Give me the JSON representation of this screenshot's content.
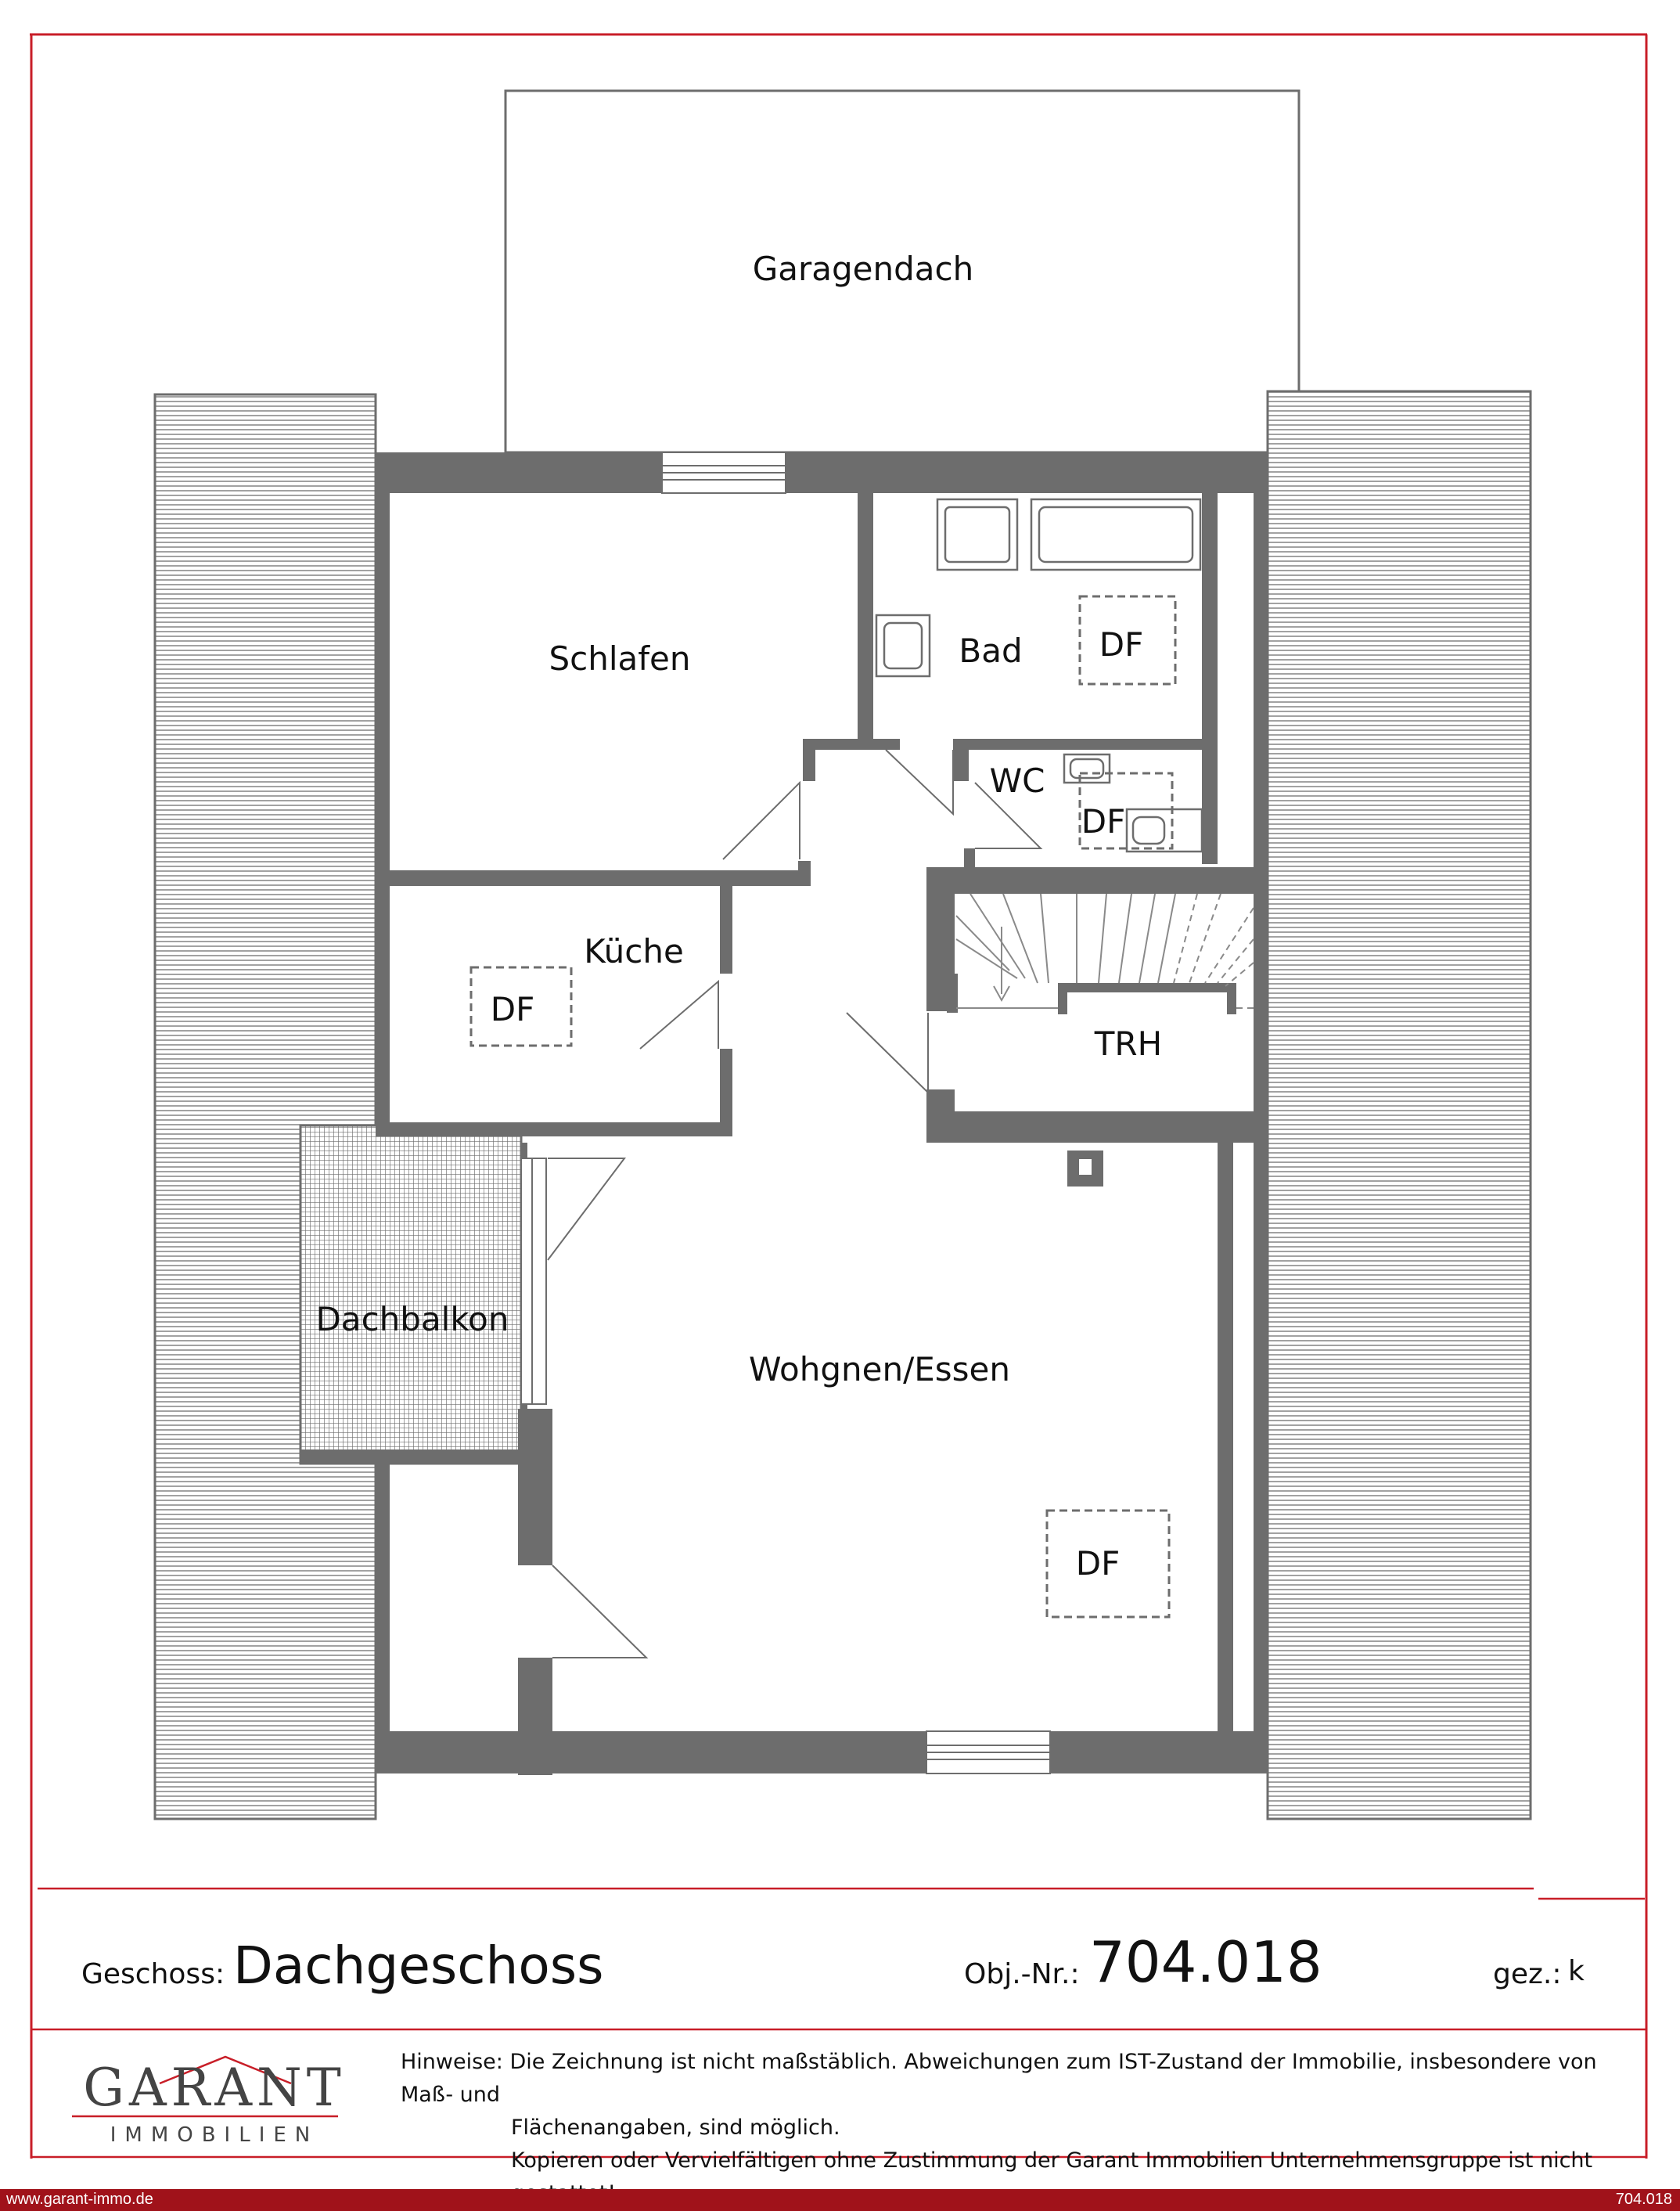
{
  "colors": {
    "frame_red": "#c81e28",
    "wall": "#6d6d6d",
    "hatch": "#8a8a8a",
    "bottom_bar": "#a0121a"
  },
  "rooms": {
    "garagendach": "Garagendach",
    "schlafen": "Schlafen",
    "bad": "Bad",
    "wc": "WC",
    "kueche": "Küche",
    "trh": "TRH",
    "dachbalkon": "Dachbalkon",
    "wohnen": "Wohgnen/Essen",
    "df": "DF"
  },
  "footer": {
    "floor_label": "Geschoss:",
    "floor_value": "Dachgeschoss",
    "obj_label": "Obj.-Nr.:",
    "obj_value": "704.018",
    "drawn_label": "gez.:",
    "drawn_value": "k"
  },
  "logo": {
    "name": "GARANT",
    "sub": "IMMOBILIEN"
  },
  "notes": {
    "label": "Hinweise:",
    "line1": "Die Zeichnung ist nicht maßstäblich. Abweichungen zum IST-Zustand der Immobilie, insbesondere von Maß- und",
    "line2": "Flächenangaben, sind möglich.",
    "line3": "Kopieren oder Vervielfältigen ohne Zustimmung der Garant Immobilien Unternehmensgruppe ist nicht gestattet!"
  },
  "bottom_bar": {
    "url": "www.garant-immo.de",
    "ref": "704.018"
  }
}
